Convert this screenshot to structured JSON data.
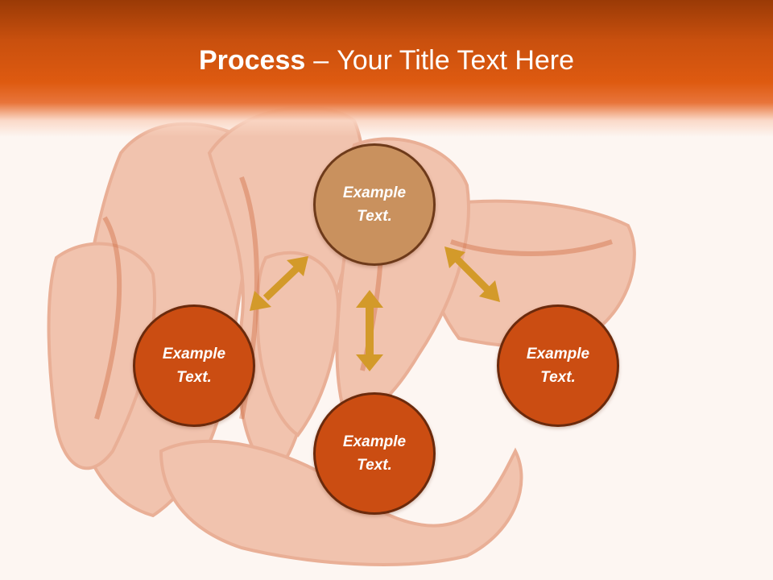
{
  "slide": {
    "title_bold": "Process",
    "title_dash": "–",
    "title_rest": "Your Title Text Here"
  },
  "diagram": {
    "nodes": [
      {
        "id": "top",
        "text": "Example\nText."
      },
      {
        "id": "left",
        "text": "Example\nText."
      },
      {
        "id": "right",
        "text": "Example\nText."
      },
      {
        "id": "bottom",
        "text": "Example\nText."
      }
    ],
    "connectors": [
      "top-left",
      "top-right",
      "top-bottom"
    ]
  },
  "colors": {
    "header": "#de5a10",
    "node_fill": "#cb4d12",
    "node_center_fill": "#c9915e",
    "node_border": "#6b2a0c",
    "arrow": "#d39a2a",
    "background_art": "#e8906a"
  },
  "background_image": "dried-mace-spice-photo"
}
